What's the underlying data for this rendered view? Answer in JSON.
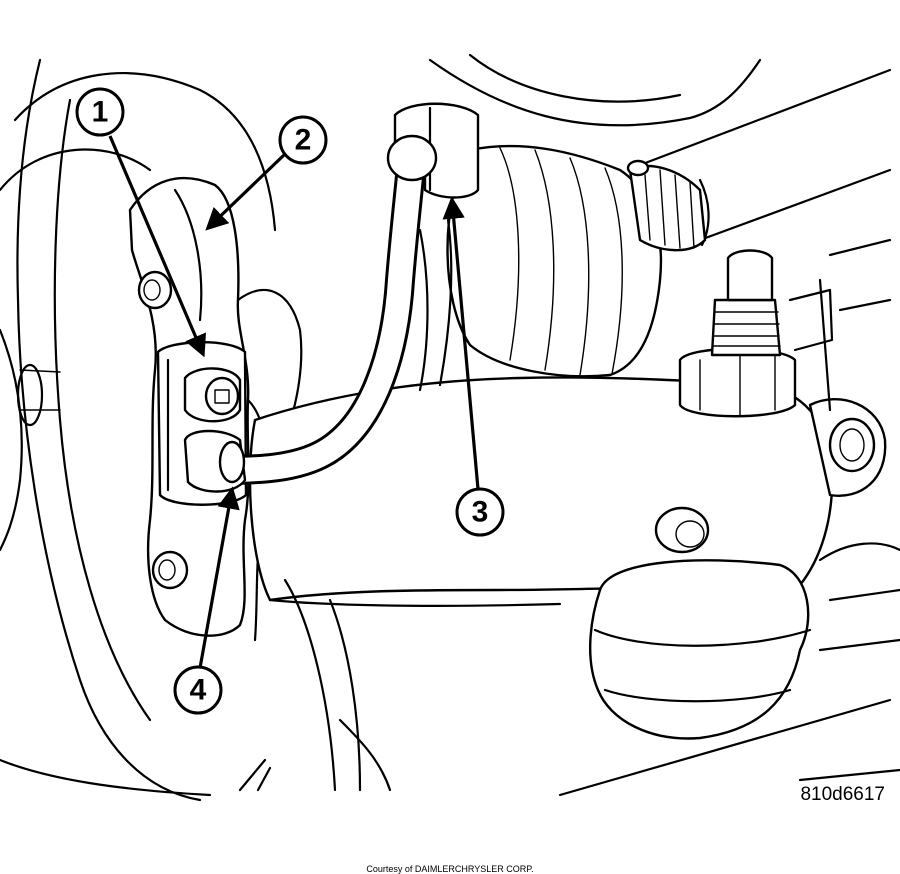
{
  "callouts": [
    {
      "id": "callout-1",
      "label": "1"
    },
    {
      "id": "callout-2",
      "label": "2"
    },
    {
      "id": "callout-3",
      "label": "3"
    },
    {
      "id": "callout-4",
      "label": "4"
    }
  ],
  "figure_id": "810d6617",
  "credit": "Courtesy of DAIMLERCHRYSLER CORP."
}
